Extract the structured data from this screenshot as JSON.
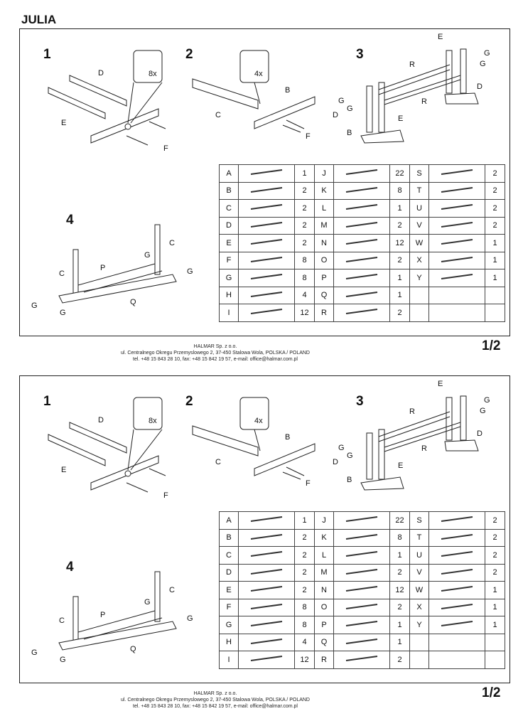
{
  "title": "JULIA",
  "steps": [
    "1",
    "2",
    "3",
    "4"
  ],
  "callouts": {
    "step1": "8x",
    "step2": "4x"
  },
  "labels": {
    "step1": [
      "D",
      "E",
      "F"
    ],
    "step2": [
      "B",
      "C",
      "F"
    ],
    "step3": [
      "E",
      "G",
      "G",
      "R",
      "D",
      "R",
      "G",
      "G",
      "D",
      "E",
      "B"
    ],
    "step4": [
      "C",
      "G",
      "C",
      "P",
      "G",
      "G",
      "Q",
      "G"
    ]
  },
  "parts": [
    [
      [
        "A",
        "1"
      ],
      [
        "J",
        "22"
      ],
      [
        "S",
        "2"
      ]
    ],
    [
      [
        "B",
        "2"
      ],
      [
        "K",
        "8"
      ],
      [
        "T",
        "2"
      ]
    ],
    [
      [
        "C",
        "2"
      ],
      [
        "L",
        "1"
      ],
      [
        "U",
        "2"
      ]
    ],
    [
      [
        "D",
        "2"
      ],
      [
        "M",
        "2"
      ],
      [
        "V",
        "2"
      ]
    ],
    [
      [
        "E",
        "2"
      ],
      [
        "N",
        "12"
      ],
      [
        "W",
        "1"
      ]
    ],
    [
      [
        "F",
        "8"
      ],
      [
        "O",
        "2"
      ],
      [
        "X",
        "1"
      ]
    ],
    [
      [
        "G",
        "8"
      ],
      [
        "P",
        "1"
      ],
      [
        "Y",
        "1"
      ]
    ],
    [
      [
        "H",
        "4"
      ],
      [
        "Q",
        "1"
      ],
      [
        "",
        ""
      ]
    ],
    [
      [
        "I",
        "12"
      ],
      [
        "R",
        "2"
      ],
      [
        "",
        ""
      ]
    ]
  ],
  "footer": {
    "company": "HALMAR Sp. z o.o.",
    "address": "ul. Centralnego Okregu Przemyslowego 2, 37-450 Stalowa Wola, POLSKA / POLAND",
    "contact": "tel. +48 15 843 28 10, fax: +48 15 842 19 57, e-mail: office@halmar.com.pl",
    "page": "1/2"
  }
}
